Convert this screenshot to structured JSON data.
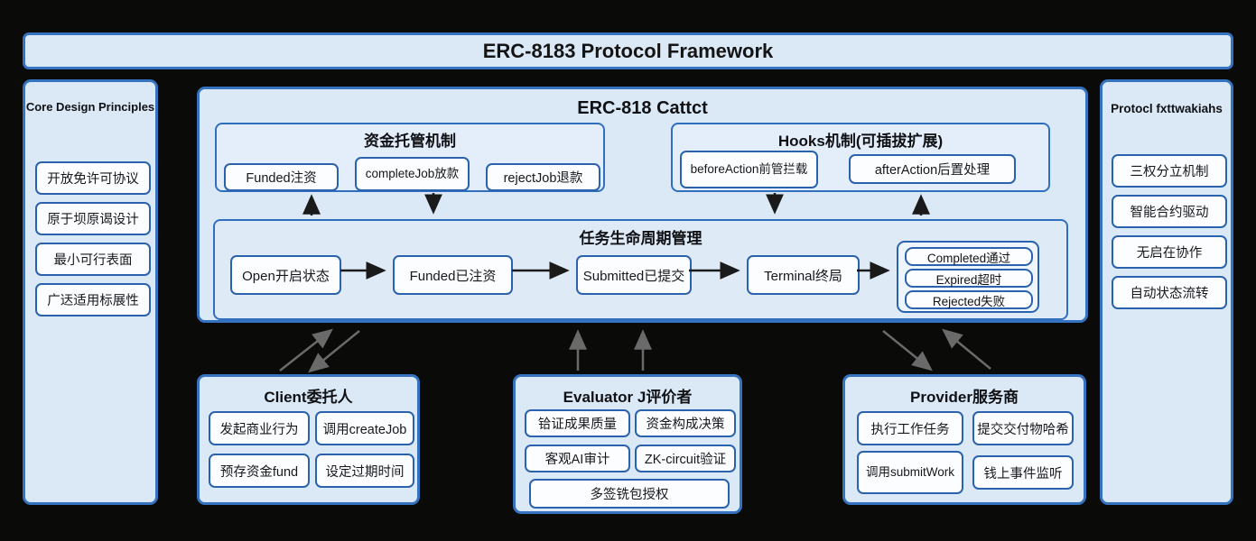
{
  "colors": {
    "background": "#0a0a08",
    "panel_fill": "#dbe9f7",
    "panel_border": "#3572c0",
    "node_fill": "#fbfdff",
    "node_border": "#2b62ae",
    "arrow_dark": "#1a1a1a",
    "arrow_gray": "#6a6a6a"
  },
  "banner": {
    "title": "ERC-8183 Protocol Framework"
  },
  "left_panel": {
    "title": "Core Design Principles",
    "items": [
      "开放免许可协议",
      "原于坝原谒设计",
      "最小可行表面",
      "广迗适用标展性"
    ]
  },
  "right_panel": {
    "title": "Protocl fxttwakiahs",
    "items": [
      "三权分立机制",
      "智能合约驱动",
      "无启在协作",
      "自动状态流转"
    ]
  },
  "contract": {
    "title": "ERC-818 Cattct",
    "escrow": {
      "title": "资金托管机制",
      "items": [
        "Funded注资",
        "completeJob放款",
        "rejectJob退款"
      ]
    },
    "hooks": {
      "title": "Hooks机制(可插拔扩展)",
      "items": [
        "beforeAction前管拦载",
        "afterAction后置处理"
      ]
    },
    "lifecycle": {
      "title": "任务生命周期管理",
      "states": [
        "Open开启状态",
        "Funded已注资",
        "Submitted已提交",
        "Terminal终局"
      ],
      "outcomes": [
        "Completed通过",
        "Expired超时",
        "Rejected失败"
      ]
    }
  },
  "actors": [
    {
      "title": "Client委托人",
      "items": [
        "发起商业行为",
        "调用createJob",
        "预存资金fund",
        "设定过期时间"
      ]
    },
    {
      "title": "Evaluator J评价者",
      "items": [
        "铪证成果质量",
        "资金构成决策",
        "客观AI审计",
        "ZK-circuit验证",
        "多签铣包授权"
      ]
    },
    {
      "title": "Provider服务商",
      "items": [
        "执行工作任务",
        "提交交付物哈希",
        "调用submitWork",
        "钱上事件监听"
      ]
    }
  ]
}
